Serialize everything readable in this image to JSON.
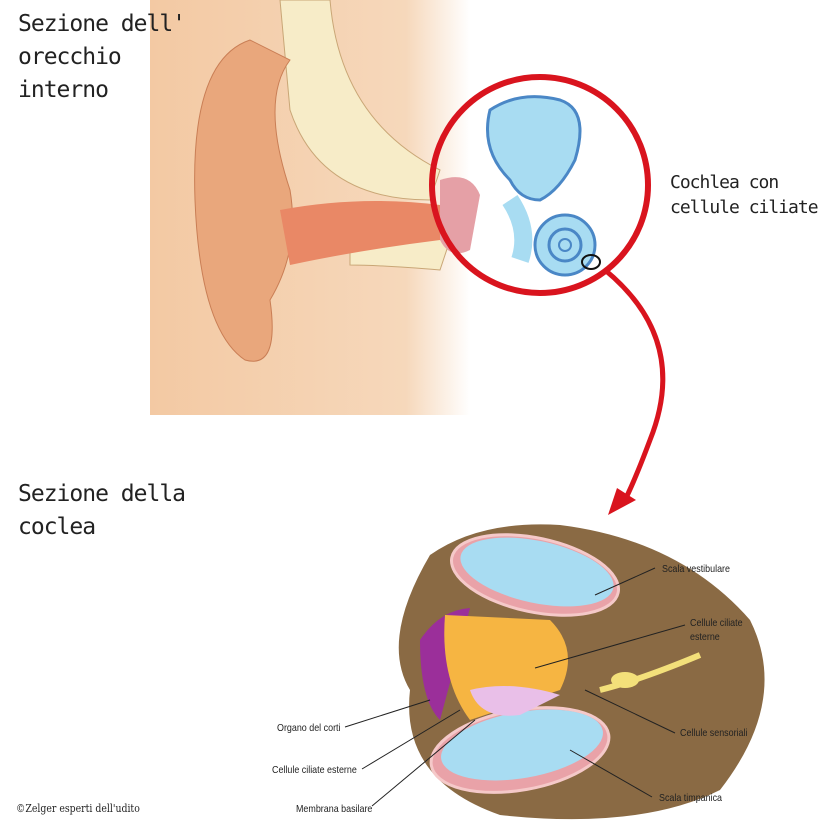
{
  "titles": {
    "inner_ear": "Sezione dell'\norecchio\ninterno",
    "cochlea_section": "Sezione della\ncoclea"
  },
  "callout": "Cochlea con\ncellule ciliate",
  "labels": {
    "scala_vestibulare": "Scala vestibulare",
    "cellule_ciliate_esterne_right": "Cellule ciliate\nesterne",
    "cellule_sensoriali": "Cellule sensoriali",
    "scala_timpanica": "Scala timpanica",
    "organo_del_corti": "Organo del corti",
    "cellule_ciliate_esterne_left": "Cellule ciliate esterne",
    "membrana_basilare": "Membrana basilare"
  },
  "copyright": "©Zelger esperti dell'udito",
  "colors": {
    "highlight": "#d9141e",
    "fluid": "#a8dcf2",
    "bone": "#8a6a44"
  }
}
